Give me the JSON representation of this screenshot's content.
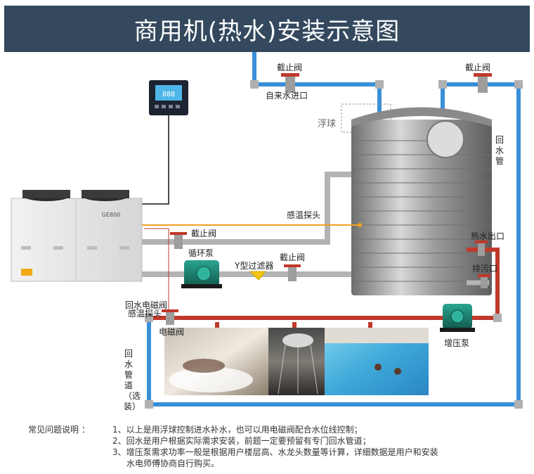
{
  "title": "商用机(热水)安装示意图",
  "labels": {
    "valve_top_left": "截止阀",
    "water_inlet": "自来水进口",
    "valve_top_right": "截止阀",
    "float_ball": "浮球",
    "return_pipe": "回水管",
    "temp_probe": "感温探头",
    "valve_mid": "截止阀",
    "circulation_pump": "循环泵",
    "y_filter": "Y型过滤器",
    "valve_low": "截止阀",
    "hot_water_outlet": "热水出口",
    "drain_outlet": "排污口",
    "return_solenoid_valve": "回水电磁阀",
    "return_temp_probe": "感温探头",
    "solenoid_valve": "电磁阀",
    "booster_pump": "增压泵",
    "return_pipeline_optional": "回水管道（选装）"
  },
  "heat_pump_brand": "GE800",
  "notes": {
    "heading": "常见问题说明 ：",
    "items": [
      "1、以上是用浮球控制进水补水，也可以用电磁阀配合水位线控制；",
      "2、回水是用户根据实际需求安装，前题一定要预留有专门回水管道；",
      "3、增压泵需求功率一般是根据用户楼层高、水龙头数量等计算，详细数据是用户和安装",
      "水电师傅协商自行购买。"
    ]
  },
  "colors": {
    "banner": "#34495e",
    "cold_pipe": "#3a8fd9",
    "hot_pipe": "#c0392b",
    "gray_pipe": "#a9a9a9",
    "probe_line": "#f0a020",
    "pump": "#1e7f6e"
  }
}
